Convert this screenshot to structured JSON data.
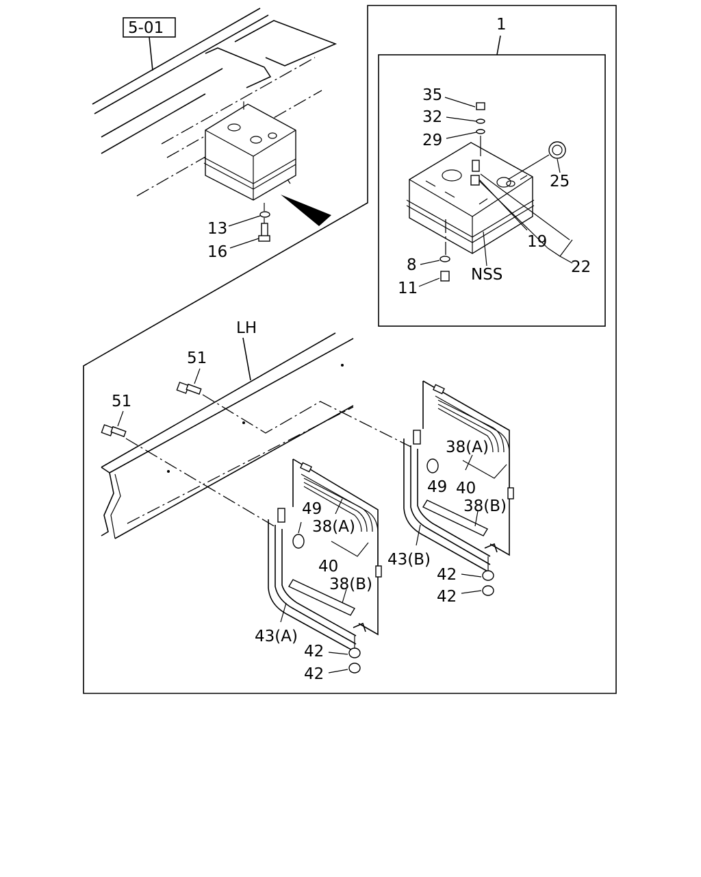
{
  "reference_box": "5-01",
  "callouts": {
    "c1": "1",
    "c35": "35",
    "c32": "32",
    "c29": "29",
    "c25": "25",
    "c19": "19",
    "c22": "22",
    "c8": "8",
    "c11": "11",
    "nss": "NSS",
    "c13": "13",
    "c16": "16",
    "lh": "LH",
    "c51a": "51",
    "c51b": "51",
    "c38a_right": "38(A)",
    "c49_right": "49",
    "c40_right": "40",
    "c38b_right": "38(B)",
    "c43b": "43(B)",
    "c42_r1": "42",
    "c42_r2": "42",
    "c49_left": "49",
    "c38a_left": "38(A)",
    "c40_left": "40",
    "c38b_left": "38(B)",
    "c43a": "43(A)",
    "c42_l1": "42",
    "c42_l2": "42"
  }
}
